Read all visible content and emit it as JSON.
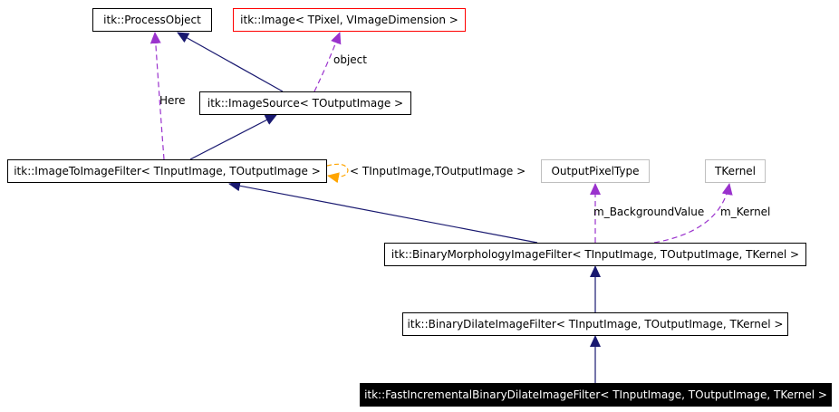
{
  "nodes": {
    "process_object": "itk::ProcessObject",
    "image": "itk::Image< TPixel, VImageDimension >",
    "image_source": "itk::ImageSource< TOutputImage >",
    "image_to_image_filter": "itk::ImageToImageFilter< TInputImage, TOutputImage >",
    "output_pixel_type": "OutputPixelType",
    "tkernel": "TKernel",
    "binary_morphology_filter": "itk::BinaryMorphologyImageFilter< TInputImage, TOutputImage, TKernel >",
    "binary_dilate_filter": "itk::BinaryDilateImageFilter< TInputImage, TOutputImage, TKernel >",
    "fast_incremental_filter": "itk::FastIncrementalBinaryDilateImageFilter< TInputImage, TOutputImage, TKernel >"
  },
  "edge_labels": {
    "here": "Here",
    "object": "object",
    "template_args": "< TInputImage,TOutputImage >",
    "background_value": "m_BackgroundValue",
    "kernel": "m_Kernel"
  },
  "colors": {
    "inheritance": "#191970",
    "usage": "#9a32cd",
    "template": "#ffa500",
    "highlight_border": "#ff0000",
    "undocumented_border": "#bfbfbf"
  }
}
